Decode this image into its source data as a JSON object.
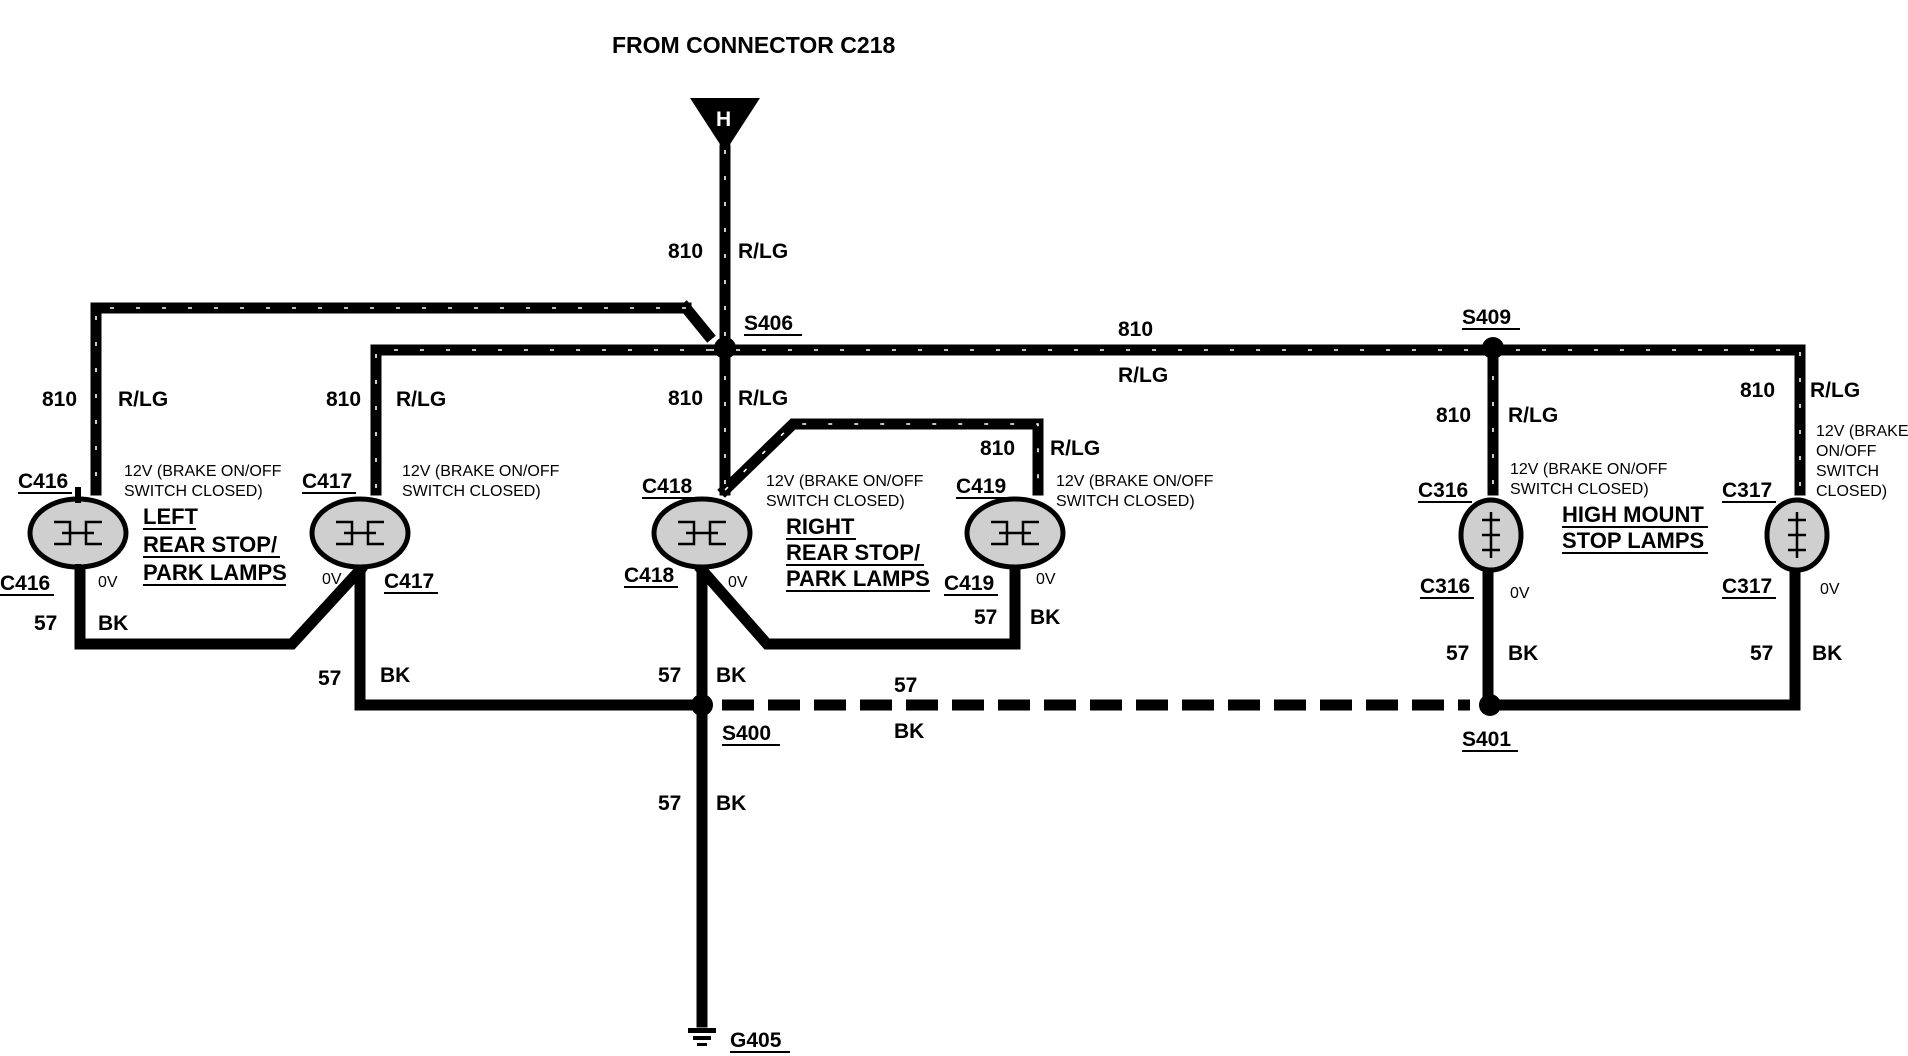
{
  "header": {
    "source_title": "FROM CONNECTOR C218",
    "connector_letter": "H"
  },
  "wires": {
    "power_circuit": "810",
    "power_color": "R/LG",
    "ground_circuit": "57",
    "ground_color": "BK"
  },
  "splices": {
    "s406": "S406",
    "s409": "S409",
    "s400": "S400",
    "s401": "S401"
  },
  "ground": {
    "label": "G405"
  },
  "connectors": {
    "c416": "C416",
    "c417": "C417",
    "c418": "C418",
    "c419": "C419",
    "c316": "C316",
    "c317": "C317"
  },
  "voltage": {
    "on_line1": "12V (BRAKE ON/OFF",
    "on_line2": "SWITCH  CLOSED)",
    "c317_line1": "12V (BRAKE",
    "c317_line2": "ON/OFF",
    "c317_line3": "SWITCH",
    "c317_line4": "CLOSED)",
    "off": "0V"
  },
  "lamp_groups": {
    "left": [
      "LEFT",
      "REAR STOP/",
      "PARK LAMPS"
    ],
    "right": [
      "RIGHT",
      "REAR STOP/",
      "PARK LAMPS"
    ],
    "high": [
      "HIGH MOUNT",
      "STOP LAMPS"
    ]
  }
}
